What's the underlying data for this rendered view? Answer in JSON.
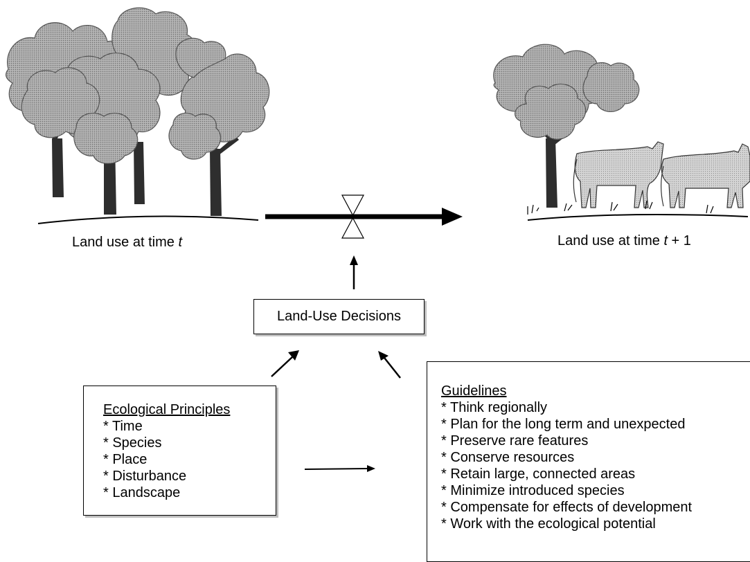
{
  "labels": {
    "left_caption_prefix": "Land use at time ",
    "left_caption_var": "t",
    "right_caption_prefix": "Land use at time ",
    "right_caption_var": "t",
    "right_caption_suffix": " + 1",
    "decisions": "Land-Use Decisions"
  },
  "principles": {
    "heading": "Ecological Principles",
    "items": [
      "Time",
      "Species",
      "Place",
      "Disturbance",
      "Landscape"
    ]
  },
  "guidelines": {
    "heading": "Guidelines",
    "items": [
      "Think regionally",
      "Plan for the long term and unexpected",
      "Preserve rare features",
      "Conserve resources",
      "Retain large, connected areas",
      "Minimize introduced species",
      "Compensate for effects of development",
      "Work with the ecological potential"
    ]
  },
  "colors": {
    "foliage": "#9a9a9a",
    "trunk": "#2e2e2e",
    "cow": "#c9c9c9",
    "line": "#000000"
  }
}
